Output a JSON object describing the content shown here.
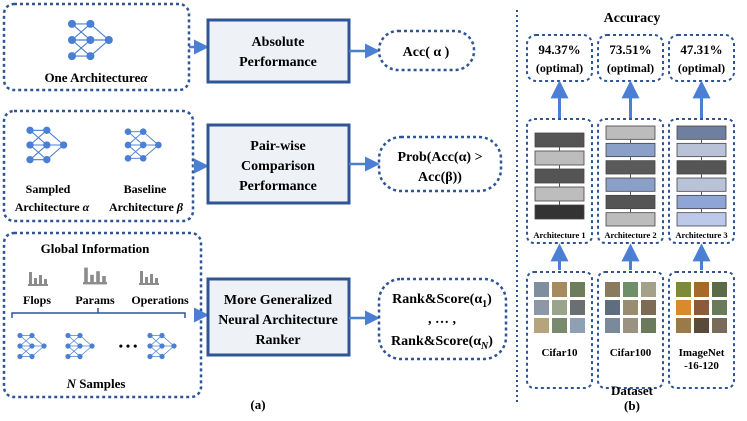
{
  "colors": {
    "border": "#2f5597",
    "node": "#4a7fd4",
    "boxfill": "#eef1f6",
    "bar": "#8c8c8c"
  },
  "left": {
    "row1": {
      "caption_prefix": "One Architecture",
      "caption_symbol": "α",
      "box_label_1": "Absolute",
      "box_label_2": "Performance",
      "output": "Acc( α )"
    },
    "row2": {
      "sampled_1": "Sampled",
      "sampled_2": "Architecture",
      "sampled_symbol": "α",
      "baseline_1": "Baseline",
      "baseline_2": "Architecture",
      "baseline_symbol": "β",
      "box_label_1": "Pair-wise",
      "box_label_2": "Comparison",
      "box_label_3": "Performance",
      "output_1": "Prob(Acc(α) >",
      "output_2": "Acc(β))"
    },
    "row3": {
      "title": "Global Information",
      "bars": [
        "Flops",
        "Params",
        "Operations"
      ],
      "dots": "• • •",
      "samples_symbol": "N",
      "samples_label": "Samples",
      "box_label_1": "More Generalized",
      "box_label_2": "Neural Architecture",
      "box_label_3": "Ranker",
      "output_1": "Rank&Score(α",
      "output_1_sub": "1",
      "output_1_end": ")",
      "output_2": ", … ,",
      "output_3": "Rank&Score(α",
      "output_3_sub": "N",
      "output_3_end": ")"
    },
    "caption": "(a)"
  },
  "right": {
    "title": "Accuracy",
    "accuracies": [
      {
        "value": "94.37%",
        "note": "(optimal)"
      },
      {
        "value": "73.51%",
        "note": "(optimal)"
      },
      {
        "value": "47.31%",
        "note": "(optimal)"
      }
    ],
    "architectures": [
      "Architecture  1",
      "Architecture  2",
      "Architecture  3"
    ],
    "datasets": [
      {
        "name": "Cifar10",
        "name2": ""
      },
      {
        "name": "Cifar100",
        "name2": ""
      },
      {
        "name": "ImageNet",
        "name2": "-16-120"
      }
    ],
    "footer": "Dataset",
    "caption": "(b)"
  }
}
